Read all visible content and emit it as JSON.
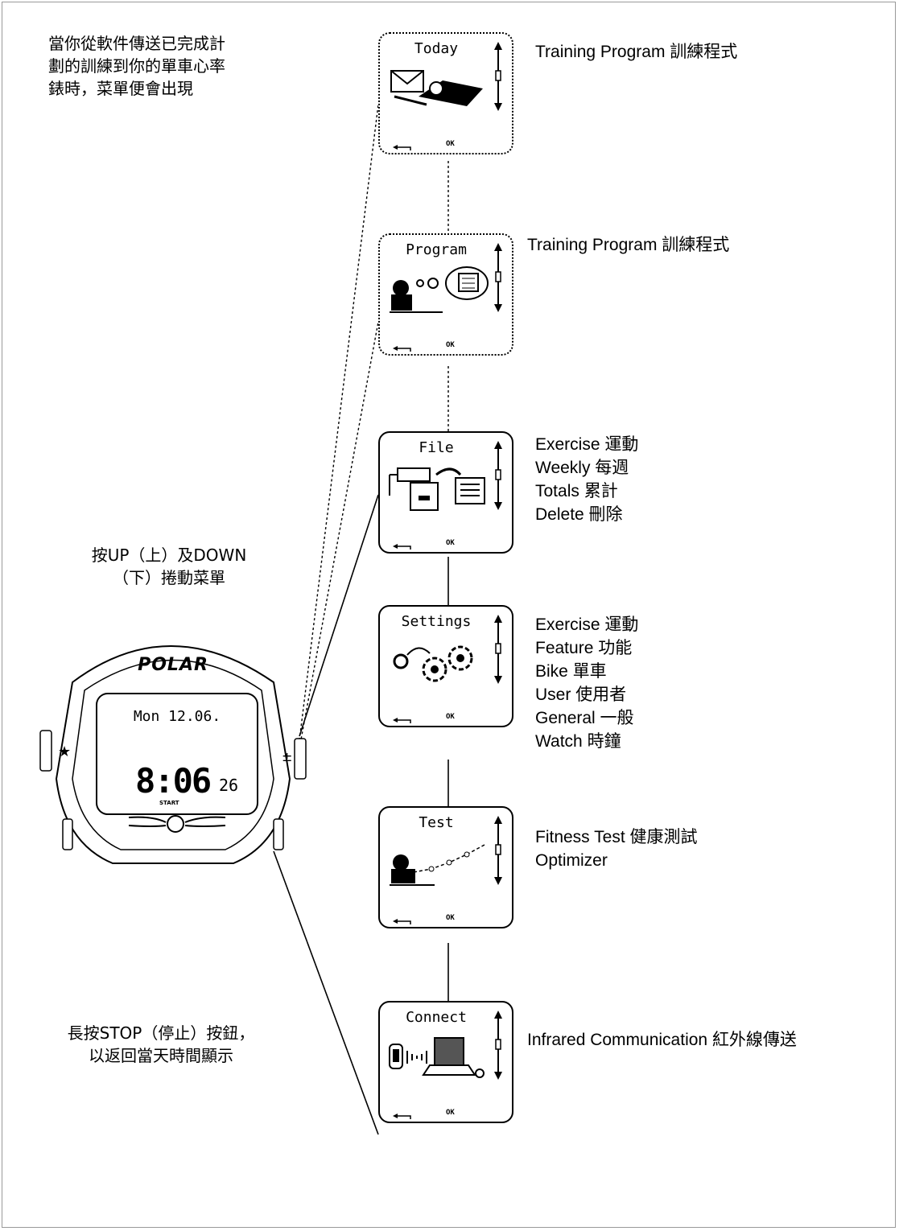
{
  "left_notes": {
    "top": [
      "當你從軟件傳送已完成計",
      "劃的訓練到你的單車心率",
      "錶時，菜單便會出現"
    ],
    "middle": [
      "按UP（上）及DOWN",
      "（下）捲動菜單"
    ],
    "bottom": [
      "長按STOP（停止）按鈕，",
      "以返回當天時間顯示"
    ]
  },
  "watch": {
    "brand": "POLAR",
    "date": "Mon 12.06.",
    "time": "8:06",
    "seconds": "26",
    "start_label": "START"
  },
  "screens": [
    {
      "title": "Today",
      "icon": "envelope-handshake-icon",
      "style": "dotted",
      "desc": [
        "Training Program 訓練程式"
      ]
    },
    {
      "title": "Program",
      "icon": "person-thinking-icon",
      "style": "dotted",
      "desc": [
        "Training Program 訓練程式"
      ]
    },
    {
      "title": "File",
      "icon": "file-cabinet-icon",
      "style": "solid",
      "desc": [
        "Exercise 運動",
        "Weekly 每週",
        "Totals 累計",
        "Delete 刪除"
      ]
    },
    {
      "title": "Settings",
      "icon": "gears-icon",
      "style": "solid",
      "desc": [
        "Exercise 運動",
        "Feature 功能",
        "Bike 單車",
        "User 使用者",
        "General 一般",
        "Watch 時鐘"
      ]
    },
    {
      "title": "Test",
      "icon": "person-test-icon",
      "style": "solid",
      "desc": [
        "Fitness Test 健康測試",
        "Optimizer"
      ]
    },
    {
      "title": "Connect",
      "icon": "infrared-computer-icon",
      "style": "solid",
      "desc": [
        "Infrared Communication 紅外線傳送"
      ]
    }
  ],
  "screen_buttons": {
    "ok_label": "OK"
  }
}
